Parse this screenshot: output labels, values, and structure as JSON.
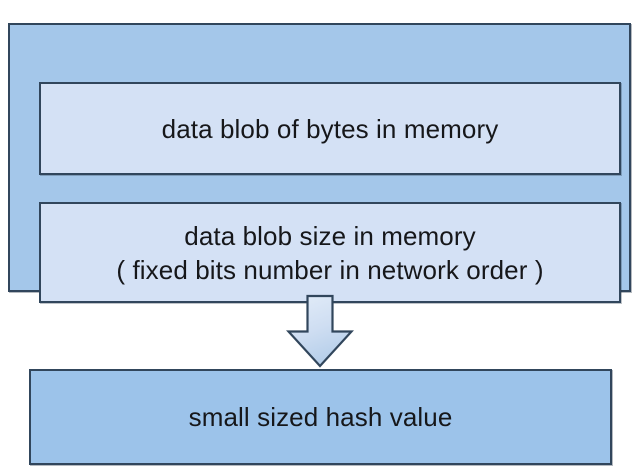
{
  "diagram": {
    "type": "flow",
    "title": "hash function input/output flow",
    "colors": {
      "outer_container_fill": "#a4c7ea",
      "inner_block_fill": "#d4e1f5",
      "output_block_fill": "#9cc3ea",
      "border": "#31465c",
      "text": "#16171a",
      "arrow_fill_top": "#dce7f6",
      "arrow_fill_bottom": "#b9d2ec",
      "page_background": "#ffffff"
    },
    "input_group": {
      "name": "hash-input-group",
      "blocks": [
        {
          "id": "data-blob-block",
          "lines": [
            "data blob of bytes in memory"
          ]
        },
        {
          "id": "data-blob-size-block",
          "lines": [
            "data blob size in memory",
            "( fixed bits number in network order )"
          ]
        }
      ]
    },
    "connector": {
      "id": "down-arrow",
      "icon": "arrow-down-icon",
      "direction": "down",
      "from": "hash-input-group",
      "to": "hash-output-block"
    },
    "output_block": {
      "id": "hash-output-block",
      "lines": [
        "small sized hash value"
      ]
    }
  }
}
